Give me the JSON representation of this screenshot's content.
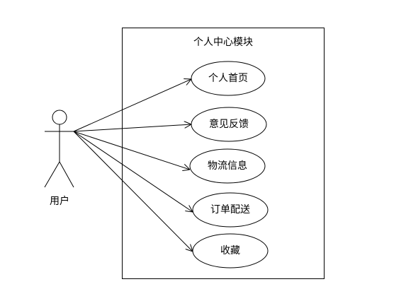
{
  "system": {
    "title": "个人中心模块"
  },
  "actor": {
    "name": "用户"
  },
  "use_cases": [
    {
      "label": "个人首页"
    },
    {
      "label": "意见反馈"
    },
    {
      "label": "物流信息"
    },
    {
      "label": "订单配送"
    },
    {
      "label": "收藏"
    }
  ]
}
